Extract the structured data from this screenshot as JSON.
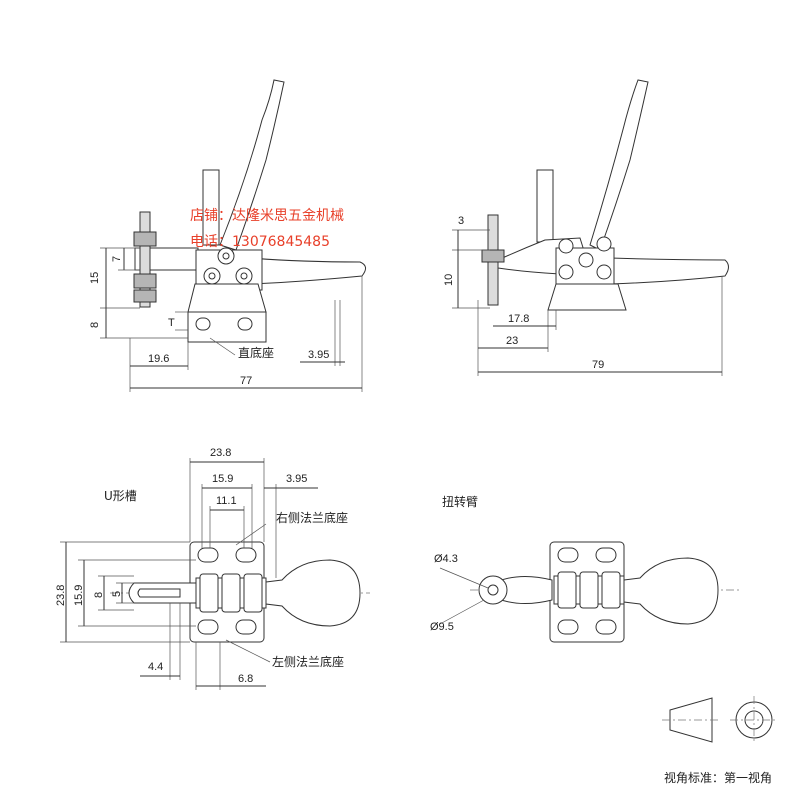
{
  "watermark": {
    "shop": "店铺：达隆米思五金机械",
    "phone": "电话：13076845485"
  },
  "side_view": {
    "dim_7": "7",
    "dim_15": "15",
    "dim_8": "8",
    "dim_T": "T",
    "dim_19_6": "19.6",
    "dim_3_95": "3.95",
    "dim_77": "77",
    "label_base": "直底座"
  },
  "side_view_open": {
    "dim_3": "3",
    "dim_10": "10",
    "dim_17_8": "17.8",
    "dim_23": "23",
    "dim_79": "79"
  },
  "top_view": {
    "title": "U形槽",
    "dim_23_8_top": "23.8",
    "dim_15_9_top": "15.9",
    "dim_11_1": "11.1",
    "dim_3_95": "3.95",
    "dim_23_8_left": "23.8",
    "dim_15_9_left": "15.9",
    "dim_8": "8",
    "dim_5": "5",
    "dim_4_4": "4.4",
    "dim_6_8": "6.8",
    "label_right_flange": "右侧法兰底座",
    "label_left_flange": "左侧法兰底座"
  },
  "twist_view": {
    "title": "扭转臂",
    "dim_d4_3": "Ø4.3",
    "dim_d9_5": "Ø9.5"
  },
  "projection": {
    "label": "视角标准：第一视角"
  }
}
